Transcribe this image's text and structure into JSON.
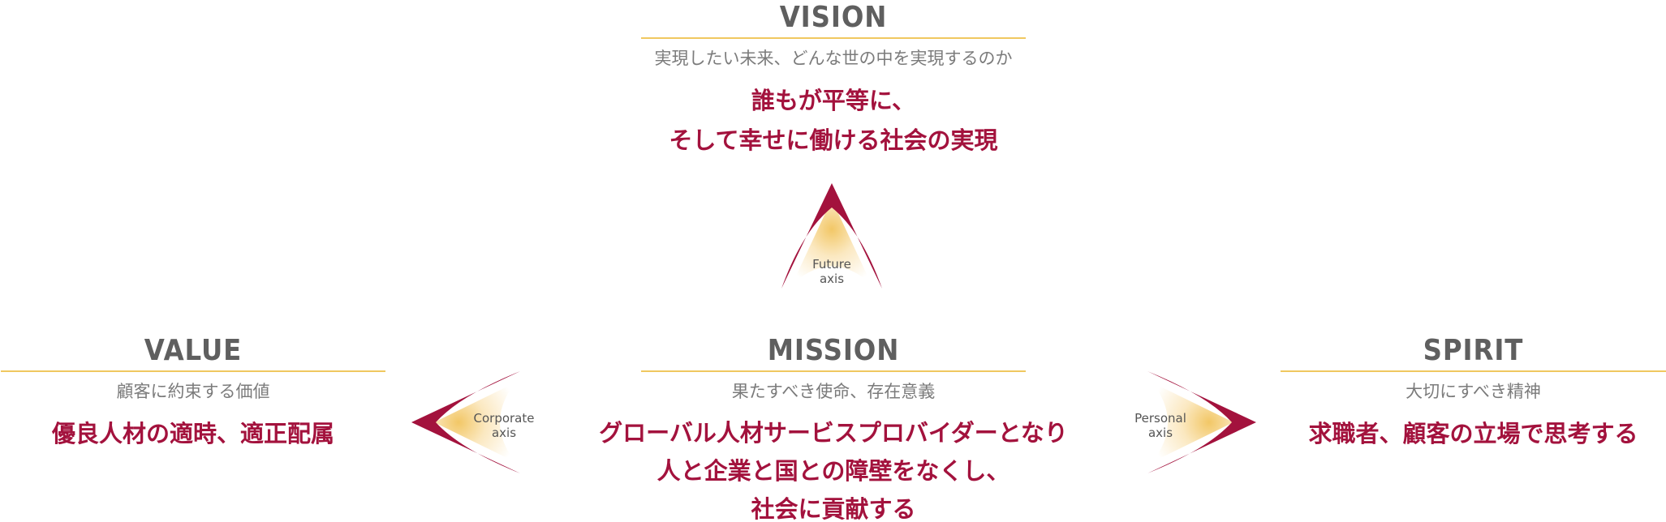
{
  "vision": {
    "heading": "VISION",
    "subtitle": "実現したい未来、どんな世の中を実現するのか",
    "statement_line1": "誰もが平等に、",
    "statement_line2": "そして幸せに働ける社会の実現"
  },
  "value": {
    "heading": "VALUE",
    "subtitle": "顧客に約束する価値",
    "statement_line1": "優良人材の適時、適正配属"
  },
  "mission": {
    "heading": "MISSION",
    "subtitle": "果たすべき使命、存在意義",
    "statement_line1": "グローバル人材サービスプロバイダーとなり",
    "statement_line2": "人と企業と国との障壁をなくし、",
    "statement_line3": "社会に貢献する"
  },
  "spirit": {
    "heading": "SPIRIT",
    "subtitle": "大切にすべき精神",
    "statement_line1": "求職者、顧客の立場で思考する"
  },
  "axes": {
    "future": {
      "line1": "Future",
      "line2": "axis"
    },
    "corporate": {
      "line1": "Corporate",
      "line2": "axis"
    },
    "personal": {
      "line1": "Personal",
      "line2": "axis"
    }
  },
  "colors": {
    "accent": "#a3123d",
    "heading": "#5f5f5f",
    "subtitle": "#7b7b7b",
    "rule": "#f0c860",
    "glow": "#f6d98a"
  }
}
